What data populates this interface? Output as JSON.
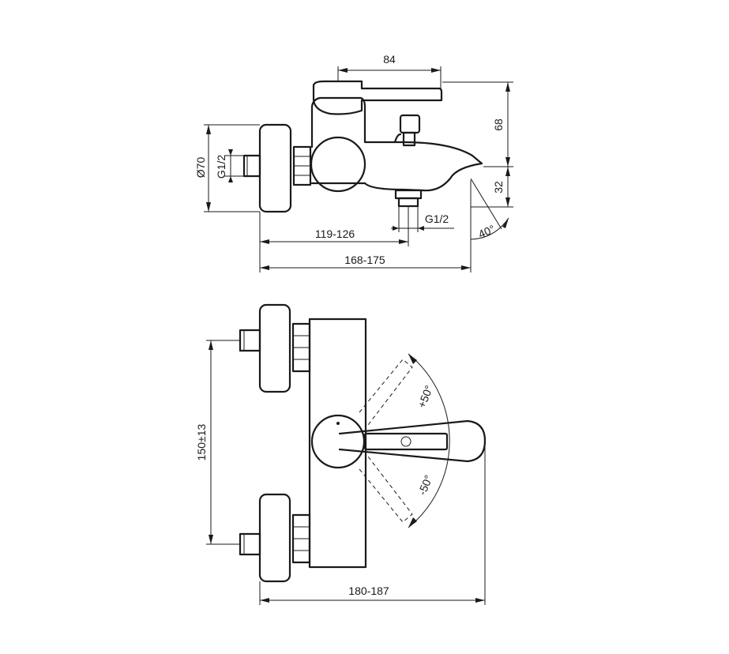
{
  "drawing": {
    "side_view": {
      "dims": {
        "handle_length": "84",
        "spout_height": "68",
        "spout_drop": "32",
        "rosette_diameter": "Ø70",
        "inlet_thread": "G1/2",
        "diverter_thread": "G1/2",
        "spout_angle": "40°",
        "inlet_to_diverter": "119-126",
        "overall_projection": "168-175"
      }
    },
    "top_view": {
      "dims": {
        "centres": "150±13",
        "lever_plus": "+50°",
        "lever_minus": "-50°",
        "overall_projection": "180-187"
      }
    }
  }
}
